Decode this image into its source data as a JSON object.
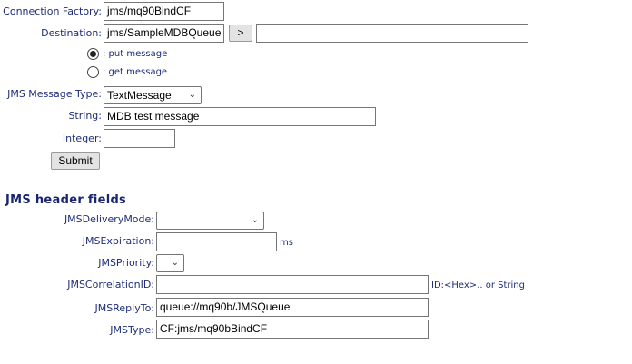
{
  "form": {
    "connection_factory": {
      "label": "Connection Factory:",
      "value": "jms/mq90BindCF"
    },
    "destination": {
      "label": "Destination:",
      "value": "jms/SampleMDBQueue",
      "browse_label": ">",
      "extra_value": ""
    },
    "put_message": {
      "label": ": put message",
      "selected": true
    },
    "get_message": {
      "label": ": get message",
      "selected": false
    },
    "message_type": {
      "label": "JMS Message Type:",
      "value": "TextMessage"
    },
    "string": {
      "label": "String:",
      "value": "MDB test message"
    },
    "integer": {
      "label": "Integer:",
      "value": ""
    },
    "submit_label": "Submit"
  },
  "header": {
    "title": "JMS header fields",
    "delivery_mode": {
      "label": "JMSDeliveryMode:",
      "value": ""
    },
    "expiration": {
      "label": "JMSExpiration:",
      "value": "",
      "unit": "ms"
    },
    "priority": {
      "label": "JMSPriority:",
      "value": ""
    },
    "correlation_id": {
      "label": "JMSCorrelationID:",
      "value": "",
      "hint": "ID:<Hex>.. or String"
    },
    "reply_to": {
      "label": "JMSReplyTo:",
      "value": "queue://mq90b/JMSQueue"
    },
    "type": {
      "label": "JMSType:",
      "value": "CF:jms/mq90bBindCF"
    }
  },
  "icons": {
    "dropdown": "chevron-down-icon"
  }
}
